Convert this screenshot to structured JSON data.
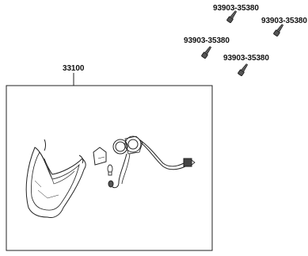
{
  "diagram": {
    "assembly_part": "33100",
    "screw_parts": [
      "93903-35380",
      "93903-35380",
      "93903-35380",
      "93903-35380"
    ]
  }
}
